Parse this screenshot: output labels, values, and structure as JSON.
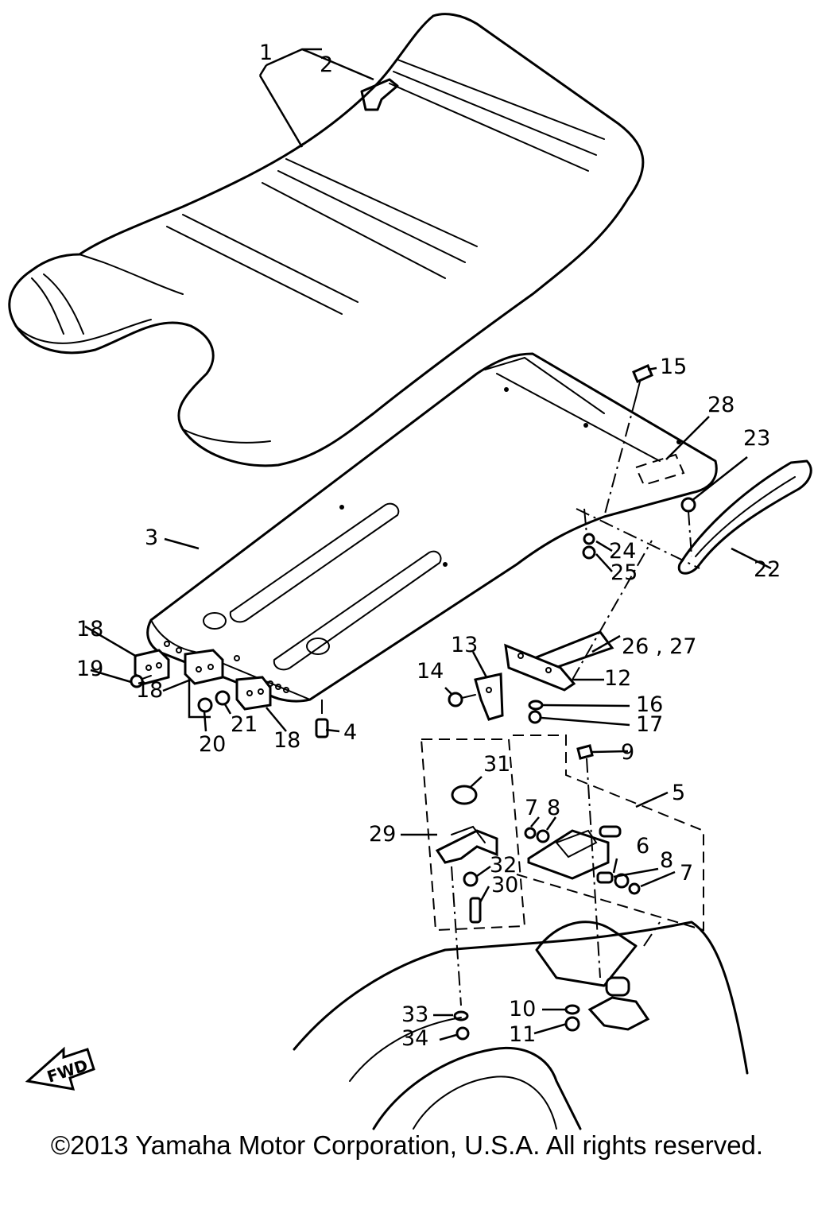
{
  "diagram": {
    "callouts": [
      "1",
      "2",
      "3",
      "4",
      "5",
      "6",
      "7",
      "8",
      "9",
      "10",
      "11",
      "12",
      "13",
      "14",
      "15",
      "16",
      "17",
      "18",
      "19",
      "20",
      "21",
      "22",
      "23",
      "24",
      "25",
      "26 , 27",
      "28",
      "29",
      "30",
      "31",
      "32",
      "33",
      "34"
    ],
    "fwd_label": "FWD"
  },
  "footer": {
    "copyright": "©2013 Yamaha Motor Corporation, U.S.A. All rights reserved."
  }
}
